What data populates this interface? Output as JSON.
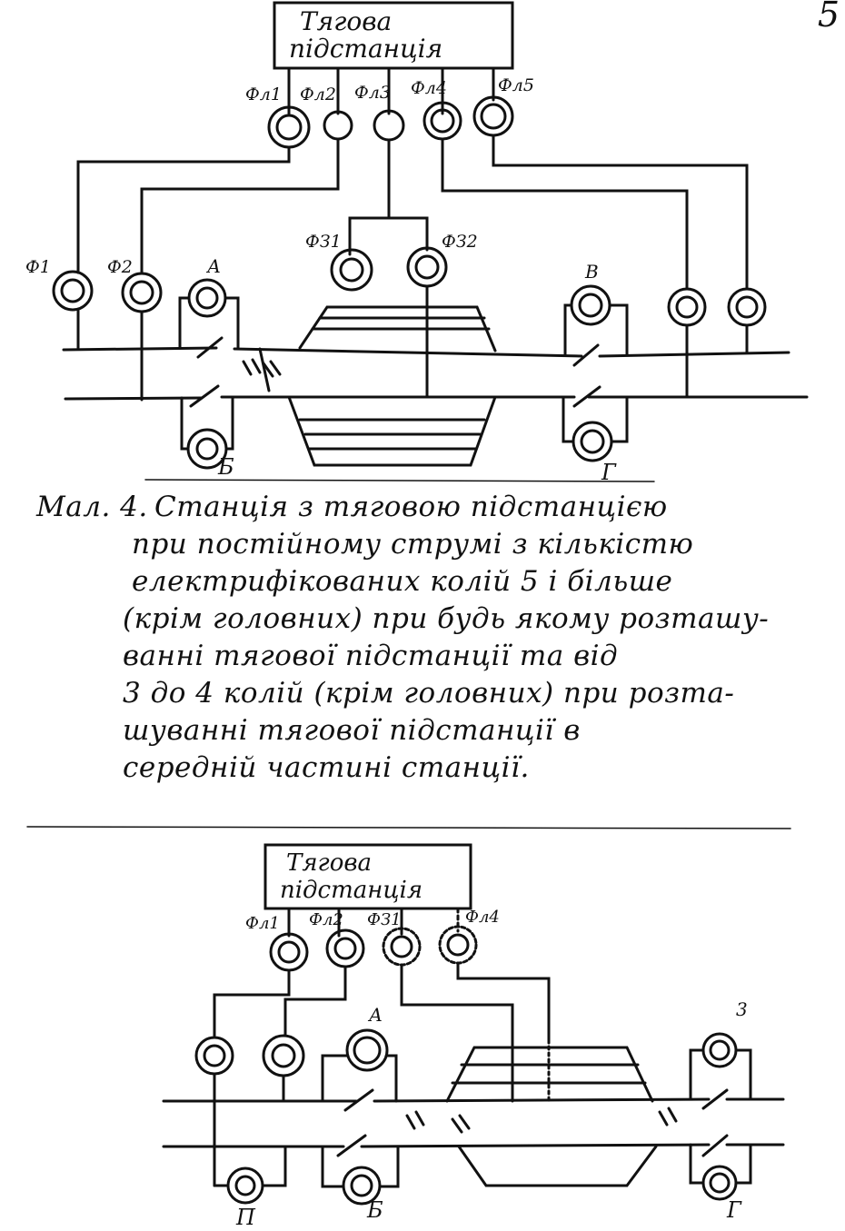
{
  "page_mark": "5",
  "diagram1": {
    "substation_line1": "Тягова",
    "substation_line2": "підстанція",
    "feeders_top": [
      "Фл1",
      "Фл2",
      "Фл3",
      "Фл4",
      "Фл5"
    ],
    "feeders_left": [
      "Ф1",
      "Ф2"
    ],
    "feeders_mid": [
      "ФЗ1",
      "ФЗ2"
    ],
    "post_a": "А",
    "post_b": "Б",
    "post_v": "В",
    "post_g": "Г"
  },
  "caption": {
    "number": "Мал. 4.",
    "lines": [
      "Станція з тяговою підстанцією",
      "при постійному струмі з кількістю",
      "електрифікованих колій 5 і більше",
      "(крім головних) при будь якому розташу-",
      "ванні тягової підстанції та від",
      "3 до 4 колій (крім головних) при розта-",
      "шуванні тягової підстанції в",
      "середній частині станції."
    ]
  },
  "diagram2": {
    "substation_line1": "Тягова",
    "substation_line2": "підстанція",
    "feeders_top": [
      "Фл1",
      "Фл2",
      "ФЗ1",
      "Фл4"
    ],
    "post_a": "А",
    "post_b": "Б",
    "post_p": "П",
    "post_g": "Г",
    "post_3": "3"
  }
}
